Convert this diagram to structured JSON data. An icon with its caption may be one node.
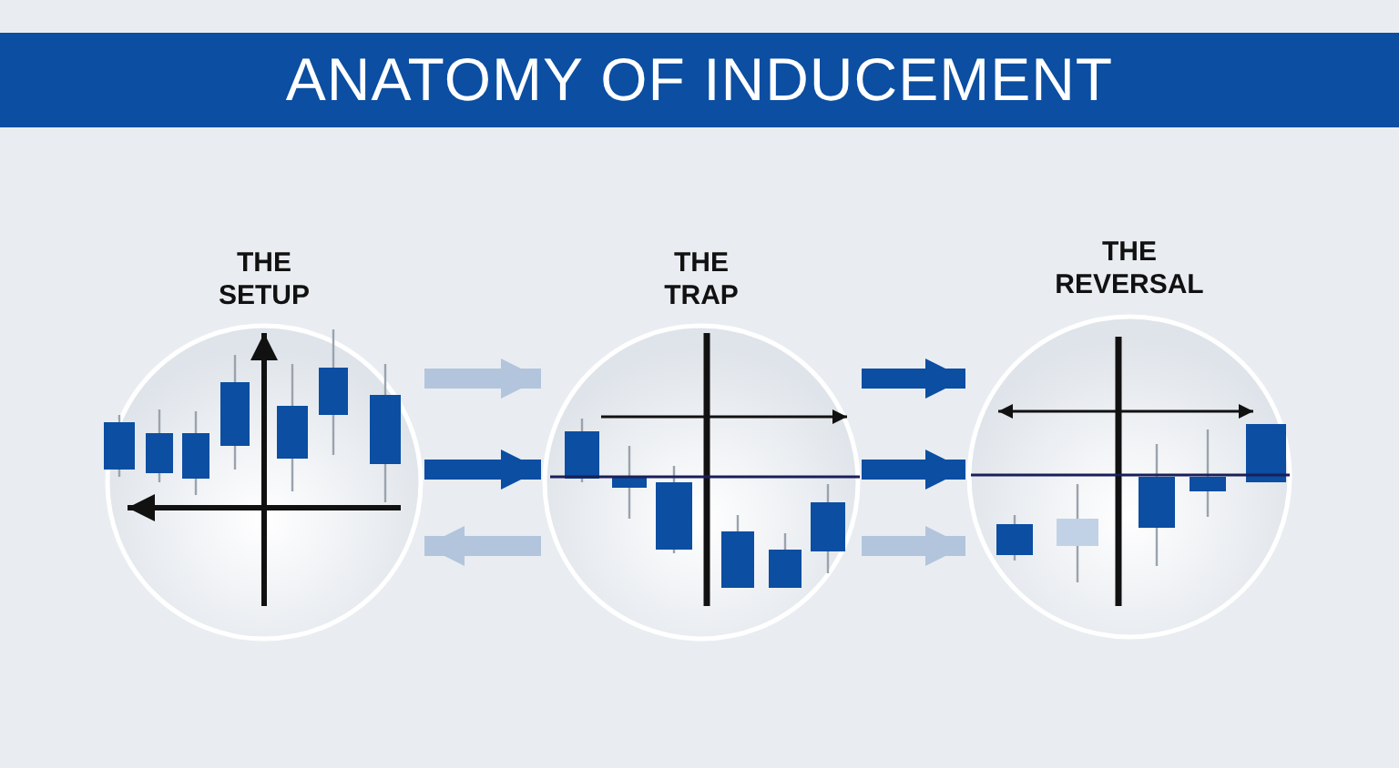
{
  "diagram": {
    "title": "ANATOMY OF INDUCEMENT",
    "nodes": [
      {
        "text": [
          "THE SETUP"
        ]
      },
      {
        "text": [
          "THE TRAP"
        ]
      },
      {
        "text": [
          "THE REVERSAL"
        ]
      }
    ],
    "edges": [
      {
        "from": 0,
        "to": 1,
        "arrow": "to",
        "color": "#b3c5dc"
      },
      {
        "from": 0,
        "to": 1,
        "arrow": "to",
        "color": "#0b4ea2"
      },
      {
        "from": 1,
        "to": 0,
        "arrow": "to",
        "color": "#b3c5dc"
      },
      {
        "from": 1,
        "to": 2,
        "arrow": "to",
        "color": "#0b4ea2"
      },
      {
        "from": 1,
        "to": 2,
        "arrow": "to",
        "color": "#0b4ea2"
      },
      {
        "from": 1,
        "to": 2,
        "arrow": "to",
        "color": "#b3c5dc"
      }
    ]
  }
}
